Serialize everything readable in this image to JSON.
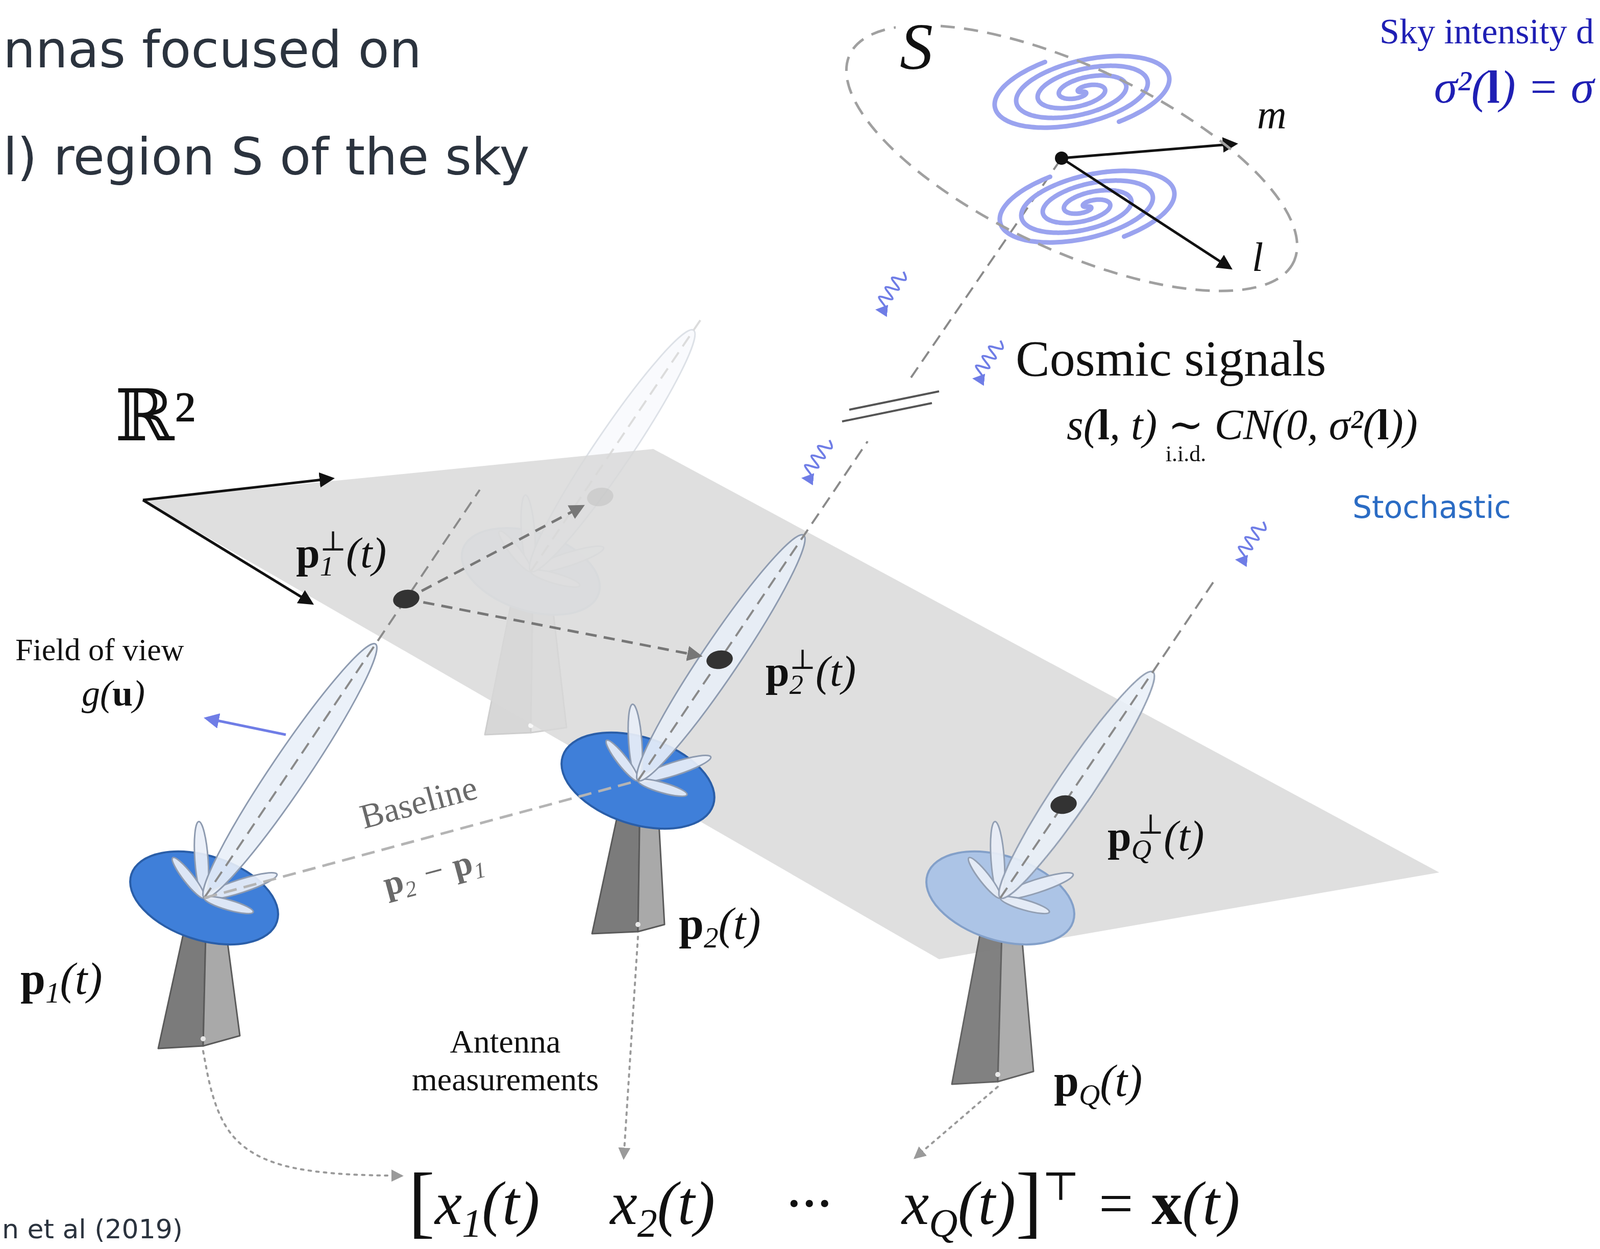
{
  "diagram": {
    "nodes": [
      {
        "text": [
          "S",
          "m",
          "l"
        ]
      }
    ],
    "labels": [
      "nnas focused on",
      "l) region S of the sky",
      "Sky intensity d",
      "σ²(l) = σ",
      "Cosmic signals",
      "s(l, t) ∼ CN(0, σ²(l))",
      "i.i.d.",
      "Stochastic",
      "ℝ²",
      "p1⊥(t)",
      "p2⊥(t)",
      "pQ⊥(t)",
      "Field of view",
      "g(u)",
      "Baseline",
      "p2 − p1",
      "p1(t)",
      "p2(t)",
      "pQ(t)",
      "Antenna measurements",
      "[x1(t) x2(t) ··· xQ(t)]⊤ = x(t)",
      "n et al (2019)"
    ]
  }
}
